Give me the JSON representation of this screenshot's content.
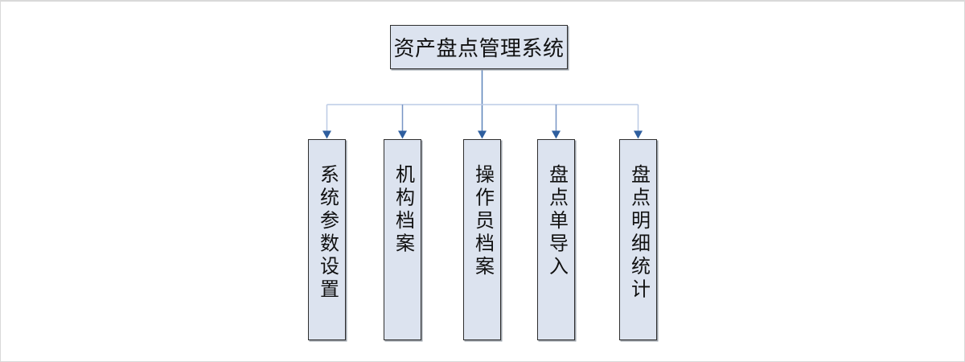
{
  "diagram": {
    "root": {
      "label": "资产盘点管理系统"
    },
    "children": [
      {
        "label": "系统参数设置"
      },
      {
        "label": "机构档案"
      },
      {
        "label": "操作员档案"
      },
      {
        "label": "盘点单导入"
      },
      {
        "label": "盘点明细统计"
      }
    ],
    "colors": {
      "box_fill": "#dce3ef",
      "box_border": "#2e2e2e",
      "box_shadow": "#9aa0a8",
      "outer_border": "#d9d9d9",
      "text_color": "#111111",
      "connector_light": "#bccbe5",
      "connector_mid": "#7795c5",
      "connector_dark": "#5b83ba",
      "arrow": "#2f5f9f"
    }
  }
}
